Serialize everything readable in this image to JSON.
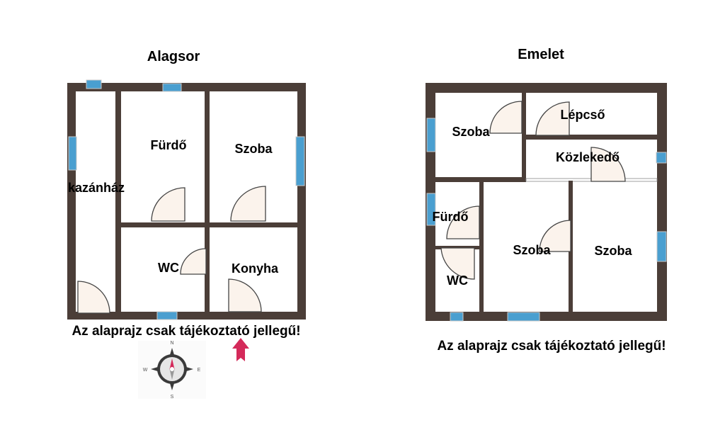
{
  "basement": {
    "title": "Alagsor",
    "rooms": [
      "kazánház",
      "Fürdő",
      "Szoba",
      "WC",
      "Konyha"
    ],
    "disclaimer": "Az alaprajz csak tájékoztató jellegű!"
  },
  "upper_floor": {
    "title": "Emelet",
    "rooms": [
      "Szoba",
      "Lépcső",
      "Közlekedő",
      "Fürdő",
      "WC",
      "Szoba",
      "Szoba"
    ],
    "disclaimer": "Az alaprajz csak tájékoztató jellegű!"
  },
  "compass": {
    "n": "N",
    "s": "S",
    "e": "E",
    "w": "W"
  },
  "colors": {
    "wall": "#4b3e38",
    "window": "#4a9fd0",
    "door": "#fbf3ec",
    "arrow": "#d42a5a"
  }
}
